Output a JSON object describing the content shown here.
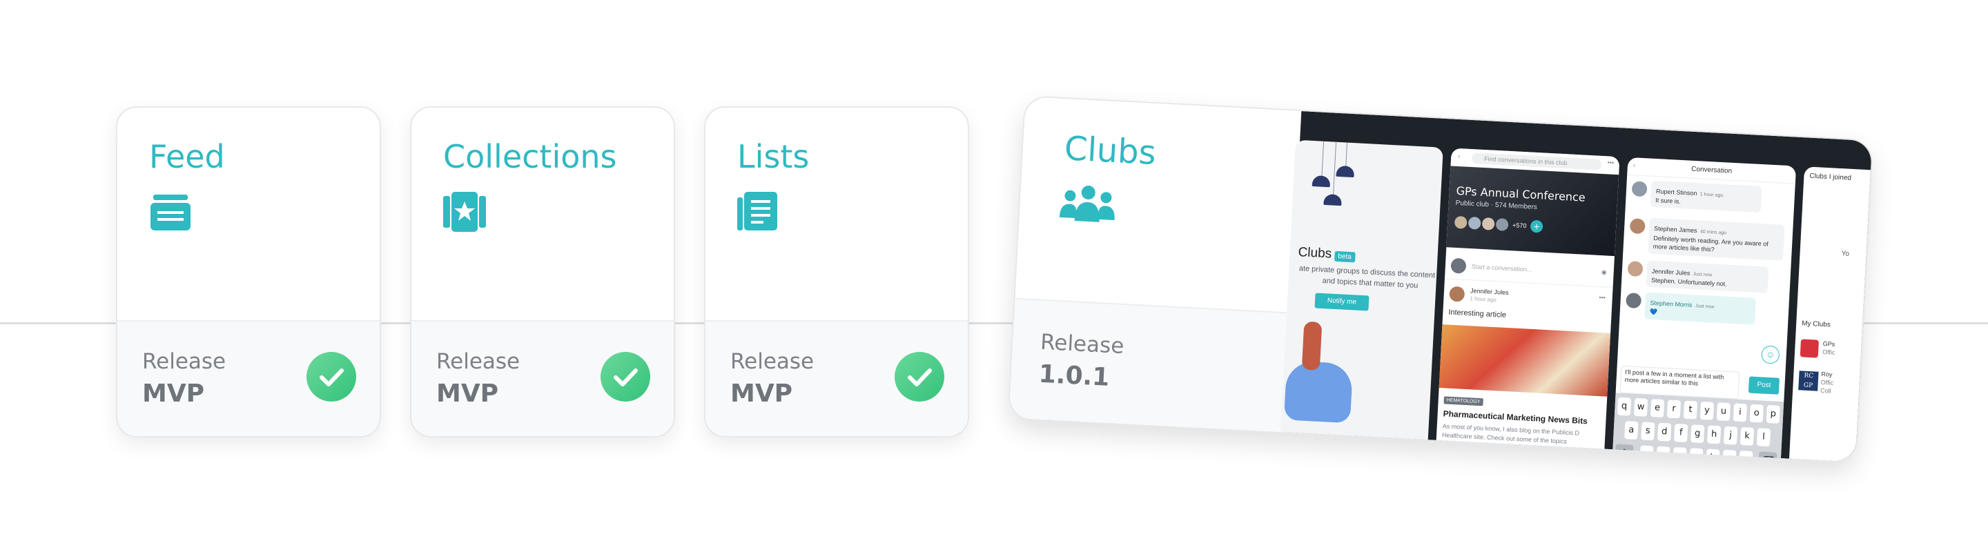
{
  "colors": {
    "accent": "#2fb9c1",
    "check": "#3cc47f",
    "muted_text": "#7c8187",
    "version_text": "#6f747a",
    "timeline": "#dcdfe2"
  },
  "cards": [
    {
      "title": "Feed",
      "icon": "stack-icon",
      "release_label": "Release",
      "version": "MVP",
      "status": "done"
    },
    {
      "title": "Collections",
      "icon": "star-book-icon",
      "release_label": "Release",
      "version": "MVP",
      "status": "done"
    },
    {
      "title": "Lists",
      "icon": "list-doc-icon",
      "release_label": "Release",
      "version": "MVP",
      "status": "done"
    }
  ],
  "clubs": {
    "title": "Clubs",
    "icon": "people-group-icon",
    "release_label": "Release",
    "version": "1.0.1",
    "screens": {
      "intro": {
        "heading": "Clubs",
        "badge": "beta",
        "desc_line1": "ate private groups to discuss the content",
        "desc_line2": "and topics that matter to you",
        "button": "Notify me"
      },
      "club": {
        "search_placeholder": "Find conversations in this club",
        "name": "GPs Annual Conference",
        "meta": "Public club · 574 Members",
        "member_count": "+570",
        "compose_placeholder": "Start a conversation...",
        "post_author": "Jennifer Jules",
        "post_time": "1 hour ago",
        "post_text": "Interesting article",
        "tag": "HEMATOLOGY",
        "article_title": "Pharmaceutical Marketing News Bits",
        "article_line1": "As most of you know, I also blog on the Publicis D",
        "article_line2": "Healthcare site. Check out some of the topics"
      },
      "conversation": {
        "header": "Conversation",
        "messages": [
          {
            "author": "Rupert Stinson",
            "time": "1 hour ago",
            "text": "It sure is."
          },
          {
            "author": "Stephen James",
            "time": "40 mins ago",
            "text": "Definitely worth reading. Are you aware of more articles like this?"
          },
          {
            "author": "Jennifer Jules",
            "time": "Just now",
            "text": "Stephen. Unfortunately not."
          },
          {
            "author": "Stephen Morris",
            "time": "Just now",
            "text": "💙"
          }
        ],
        "draft": "I'll post a few in a moment a list with more articles similar to this",
        "post_button": "Post",
        "keyboard_rows": [
          [
            "q",
            "w",
            "e",
            "r",
            "t",
            "y",
            "u",
            "i",
            "o",
            "p"
          ],
          [
            "a",
            "s",
            "d",
            "f",
            "g",
            "h",
            "j",
            "k",
            "l"
          ],
          [
            "z",
            "x",
            "c",
            "v",
            "b",
            "n",
            "m"
          ]
        ]
      },
      "my_clubs": {
        "header": "Clubs I joined",
        "fragment": "Yo",
        "section": "My Clubs",
        "items": [
          {
            "name": "GPs",
            "sub": "Offic"
          },
          {
            "name": "Roy",
            "sub": "Offic",
            "sub2": "Coll"
          }
        ],
        "logo_text": "RC GP"
      }
    }
  }
}
